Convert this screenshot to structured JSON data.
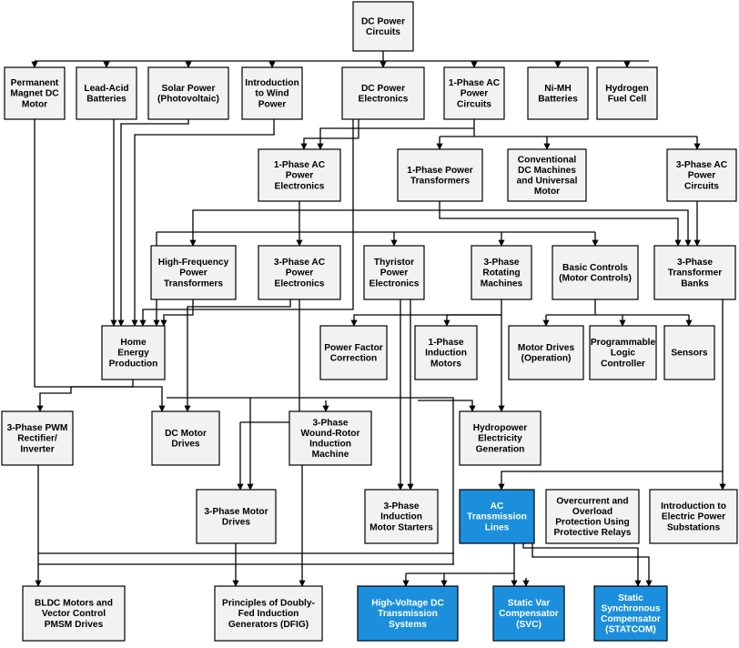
{
  "colors": {
    "node_fill": "#f2f2f2",
    "highlight_fill": "#1c8fdc",
    "line": "#000000"
  },
  "nodes": [
    {
      "id": "dc_power_circuits",
      "lines": [
        "DC Power",
        "Circuits"
      ]
    },
    {
      "id": "pm_dc_motor",
      "lines": [
        "Permanent",
        "Magnet DC",
        "Motor"
      ]
    },
    {
      "id": "lead_acid",
      "lines": [
        "Lead-Acid",
        "Batteries"
      ]
    },
    {
      "id": "solar",
      "lines": [
        "Solar Power",
        "(Photovoltaic)"
      ]
    },
    {
      "id": "wind",
      "lines": [
        "Introduction",
        "to Wind",
        "Power"
      ]
    },
    {
      "id": "dc_pe",
      "lines": [
        "DC Power",
        "Electronics"
      ]
    },
    {
      "id": "ac1_circuits",
      "lines": [
        "1-Phase AC",
        "Power",
        "Circuits"
      ]
    },
    {
      "id": "nimh",
      "lines": [
        "Ni-MH",
        "Batteries"
      ]
    },
    {
      "id": "hydrogen",
      "lines": [
        "Hydrogen",
        "Fuel Cell"
      ]
    },
    {
      "id": "ac1_pe",
      "lines": [
        "1-Phase AC",
        "Power",
        "Electronics"
      ]
    },
    {
      "id": "ac1_transformers",
      "lines": [
        "1-Phase Power",
        "Transformers"
      ]
    },
    {
      "id": "conv_dc",
      "lines": [
        "Conventional",
        "DC Machines",
        "and Universal",
        "Motor"
      ]
    },
    {
      "id": "ac3_circuits",
      "lines": [
        "3-Phase AC",
        "Power",
        "Circuits"
      ]
    },
    {
      "id": "hf_transformers",
      "lines": [
        "High-Frequency",
        "Power",
        "Transformers"
      ]
    },
    {
      "id": "ac3_pe",
      "lines": [
        "3-Phase AC",
        "Power",
        "Electronics"
      ]
    },
    {
      "id": "thyristor",
      "lines": [
        "Thyristor",
        "Power",
        "Electronics"
      ]
    },
    {
      "id": "rot3",
      "lines": [
        "3-Phase",
        "Rotating",
        "Machines"
      ]
    },
    {
      "id": "basic_controls",
      "lines": [
        "Basic Controls",
        "(Motor Controls)"
      ]
    },
    {
      "id": "tbanks3",
      "lines": [
        "3-Phase",
        "Transformer",
        "Banks"
      ]
    },
    {
      "id": "home_energy",
      "lines": [
        "Home",
        "Energy",
        "Production"
      ]
    },
    {
      "id": "pfc",
      "lines": [
        "Power Factor",
        "Correction"
      ]
    },
    {
      "id": "im1",
      "lines": [
        "1-Phase",
        "Induction",
        "Motors"
      ]
    },
    {
      "id": "motor_drives_op",
      "lines": [
        "Motor Drives",
        "(Operation)"
      ]
    },
    {
      "id": "plc",
      "lines": [
        "Programmable",
        "Logic",
        "Controller"
      ]
    },
    {
      "id": "sensors",
      "lines": [
        "Sensors"
      ]
    },
    {
      "id": "pwm",
      "lines": [
        "3-Phase PWM",
        "Rectifier/",
        "Inverter"
      ]
    },
    {
      "id": "dc_drives",
      "lines": [
        "DC Motor",
        "Drives"
      ]
    },
    {
      "id": "wrim",
      "lines": [
        "3-Phase",
        "Wound-Rotor",
        "Induction",
        "Machine"
      ]
    },
    {
      "id": "hydro",
      "lines": [
        "Hydropower",
        "Electricity",
        "Generation"
      ]
    },
    {
      "id": "motor_drives3",
      "lines": [
        "3-Phase Motor",
        "Drives"
      ]
    },
    {
      "id": "im_starters",
      "lines": [
        "3-Phase",
        "Induction",
        "Motor Starters"
      ]
    },
    {
      "id": "ac_tl",
      "lines": [
        "AC",
        "Transmission",
        "Lines"
      ]
    },
    {
      "id": "overcurrent",
      "lines": [
        "Overcurrent and",
        "Overload",
        "Protection Using",
        "Protective Relays"
      ]
    },
    {
      "id": "substations",
      "lines": [
        "Introduction to",
        "Electric Power",
        "Substations"
      ]
    },
    {
      "id": "bldc",
      "lines": [
        "BLDC Motors and",
        "Vector Control",
        "PMSM Drives"
      ]
    },
    {
      "id": "dfig",
      "lines": [
        "Principles of Doubly-",
        "Fed Induction",
        "Generators (DFIG)"
      ]
    },
    {
      "id": "hvdc",
      "lines": [
        "High-Voltage DC",
        "Transmission",
        "Systems"
      ]
    },
    {
      "id": "svc",
      "lines": [
        "Static Var",
        "Compensator",
        "(SVC)"
      ]
    },
    {
      "id": "statcom",
      "lines": [
        "Static",
        "Synchronous",
        "Compensator",
        "(STATCOM)"
      ]
    }
  ],
  "highlighted": [
    "ac_tl",
    "hvdc",
    "svc",
    "statcom"
  ]
}
